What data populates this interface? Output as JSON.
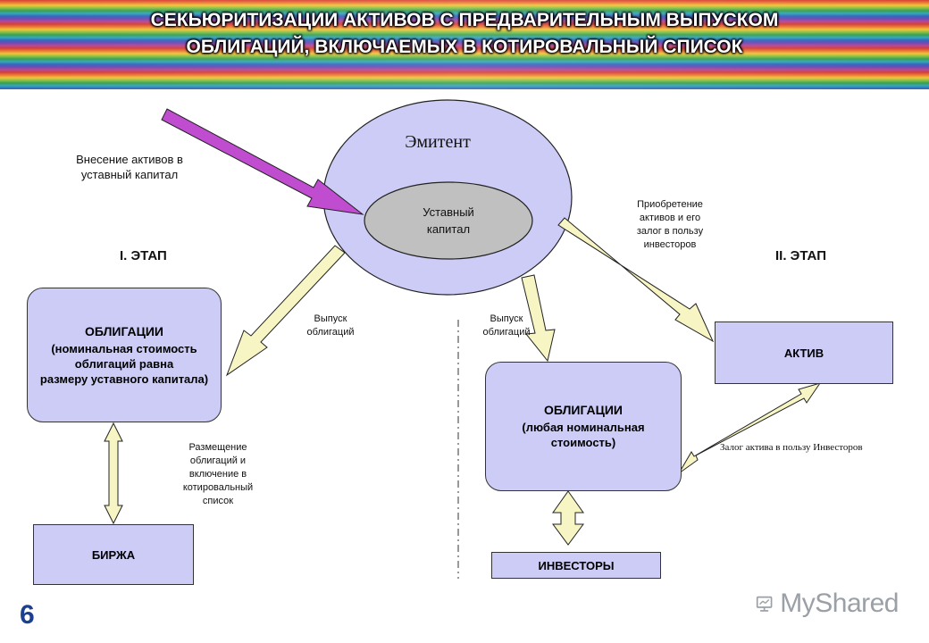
{
  "header": {
    "title_line1": "СЕКЬЮРИТИЗАЦИИ АКТИВОВ С ПРЕДВАРИТЕЛЬНЫМ ВЫПУСКОМ",
    "title_line2": "ОБЛИГАЦИЙ, ВКЛЮЧАЕМЫХ В КОТИРОВАЛЬНЫЙ СПИСОК"
  },
  "issuer": {
    "label": "Эмитент",
    "capital_line1": "Уставный",
    "capital_line2": "капитал"
  },
  "labels": {
    "contribution_line1": "Внесение активов в",
    "contribution_line2": "уставный капитал",
    "issue_left_line1": "Выпуск",
    "issue_left_line2": "облигаций",
    "issue_right_line1": "Выпуск",
    "issue_right_line2": "облигаций",
    "acquisition_line1": "Приобретение",
    "acquisition_line2": "активов и его",
    "acquisition_line3": "залог в пользу",
    "acquisition_line4": "инвесторов",
    "placement_line1": "Размещение",
    "placement_line2": "облигаций и",
    "placement_line3": "включение в",
    "placement_line4": "котировальный",
    "placement_line5": "список",
    "pledge": "Залог актива в пользу Инвесторов"
  },
  "stages": {
    "stage1": "I. ЭТАП",
    "stage2": "II. ЭТАП"
  },
  "boxes": {
    "bonds_left_title": "ОБЛИГАЦИИ",
    "bonds_left_line1": "(номинальная стоимость",
    "bonds_left_line2": "облигаций равна",
    "bonds_left_line3": "размеру уставного капитала)",
    "exchange": "БИРЖА",
    "bonds_right_title": "ОБЛИГАЦИИ",
    "bonds_right_line1": "(любая номинальная",
    "bonds_right_line2": "стоимость)",
    "investors": "ИНВЕСТОРЫ",
    "asset": "АКТИВ"
  },
  "footer": {
    "page_number": "6",
    "logo_text": "MyShared"
  },
  "colors": {
    "box_fill": "#ccccf7",
    "arrow_fill": "#f7f5c4",
    "violet_arrow": "#c04ccf",
    "inner_ellipse": "#c0c0c0",
    "page_number": "#1d3f8f"
  }
}
